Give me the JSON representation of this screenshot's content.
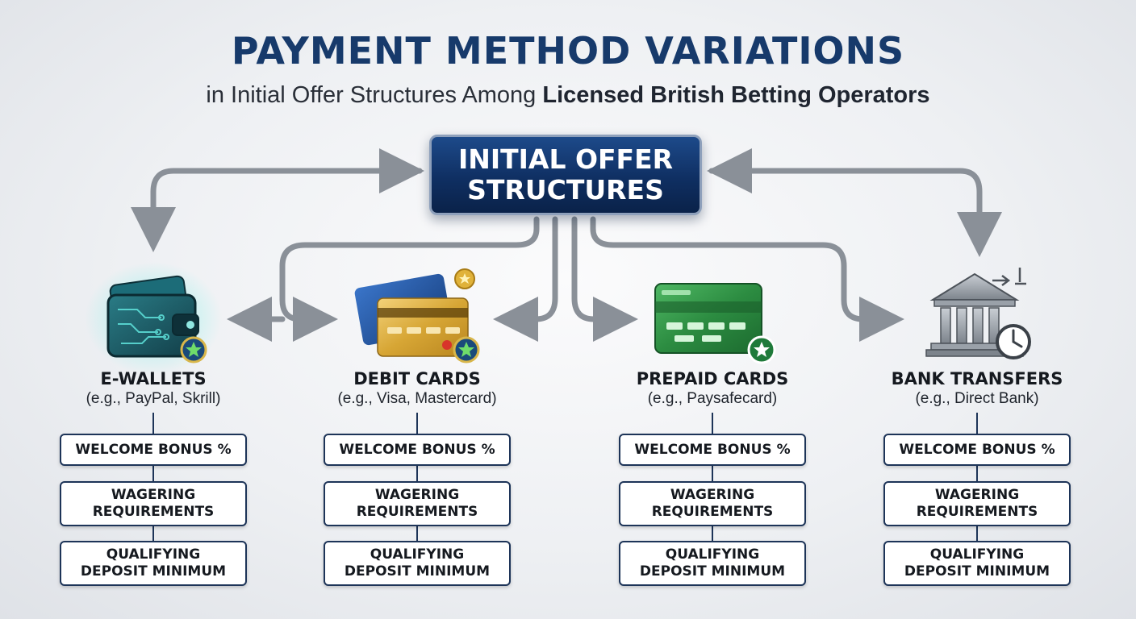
{
  "title": "PAYMENT METHOD VARIATIONS",
  "subtitle": {
    "prefix": "in Initial Offer Structures Among ",
    "emphasis": "Licensed British Betting Operators"
  },
  "center": {
    "line1": "INITIAL OFFER",
    "line2": "STRUCTURES"
  },
  "methods": [
    {
      "name": "E-WALLETS",
      "example": "(e.g., PayPal, Skrill)",
      "icon": "wallet-icon",
      "features": [
        "WELCOME BONUS %",
        "WAGERING\nREQUIREMENTS",
        "QUALIFYING\nDEPOSIT MINIMUM"
      ]
    },
    {
      "name": "DEBIT CARDS",
      "example": "(e.g., Visa, Mastercard)",
      "icon": "debit-card-icon",
      "features": [
        "WELCOME BONUS %",
        "WAGERING\nREQUIREMENTS",
        "QUALIFYING\nDEPOSIT MINIMUM"
      ]
    },
    {
      "name": "PREPAID CARDS",
      "example": "(e.g., Paysafecard)",
      "icon": "prepaid-card-icon",
      "features": [
        "WELCOME BONUS %",
        "WAGERING\nREQUIREMENTS",
        "QUALIFYING\nDEPOSIT MINIMUM"
      ]
    },
    {
      "name": "BANK TRANSFERS",
      "example": "(e.g., Direct Bank)",
      "icon": "bank-icon",
      "features": [
        "WELCOME BONUS %",
        "WAGERING\nREQUIREMENTS",
        "QUALIFYING\nDEPOSIT MINIMUM"
      ]
    }
  ],
  "colors": {
    "navy": "#173a6b",
    "box_border": "#1d3458",
    "arrow": "#8a9098",
    "wallet": "#1c5a66",
    "card_gold": "#d8a93a",
    "card_green": "#2f8f45",
    "bank": "#6f757d"
  }
}
